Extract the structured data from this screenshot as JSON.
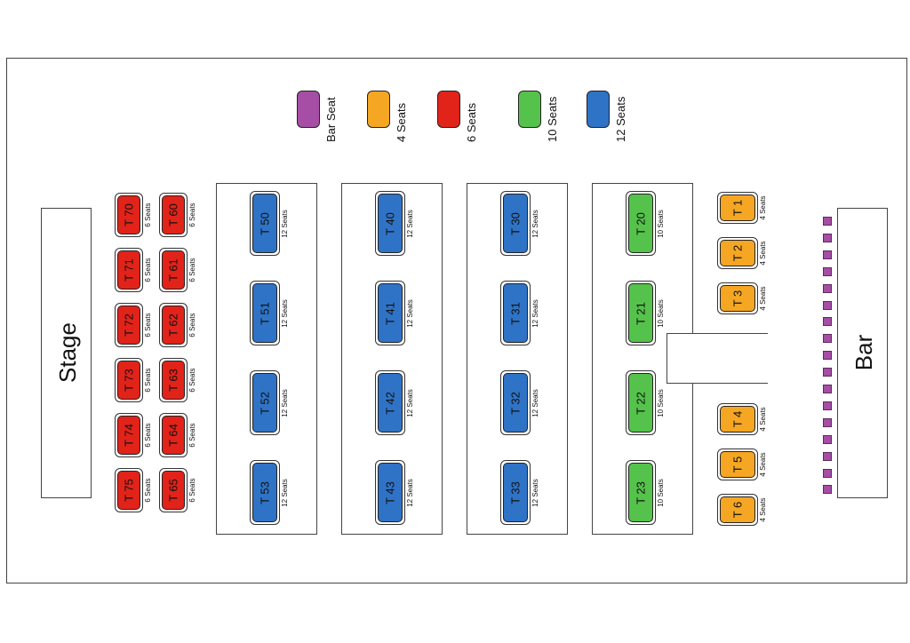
{
  "colors": {
    "bar_seat": "#a64ea6",
    "four": "#f5a623",
    "six": "#e2231a",
    "ten": "#55c24b",
    "twelve": "#2f73c6"
  },
  "legend": [
    {
      "label": "Bar Seat",
      "color_key": "bar_seat"
    },
    {
      "label": "4 Seats",
      "color_key": "four"
    },
    {
      "label": "6 Seats",
      "color_key": "six"
    },
    {
      "label": "10 Seats",
      "color_key": "ten"
    },
    {
      "label": "12 Seats",
      "color_key": "twelve"
    }
  ],
  "stage_label": "Stage",
  "bar_label": "Bar",
  "bar_seat_count": 17,
  "tables": {
    "six_left": [
      {
        "name": "T 70",
        "seats": "6 Seats"
      },
      {
        "name": "T 71",
        "seats": "6 Seats"
      },
      {
        "name": "T 72",
        "seats": "6 Seats"
      },
      {
        "name": "T 73",
        "seats": "6 Seats"
      },
      {
        "name": "T 74",
        "seats": "6 Seats"
      },
      {
        "name": "T 75",
        "seats": "6 Seats"
      }
    ],
    "six_right": [
      {
        "name": "T 60",
        "seats": "6 Seats"
      },
      {
        "name": "T 61",
        "seats": "6 Seats"
      },
      {
        "name": "T 62",
        "seats": "6 Seats"
      },
      {
        "name": "T 63",
        "seats": "6 Seats"
      },
      {
        "name": "T 64",
        "seats": "6 Seats"
      },
      {
        "name": "T 65",
        "seats": "6 Seats"
      }
    ],
    "section_50": [
      {
        "name": "T 50",
        "seats": "12 Seats"
      },
      {
        "name": "T 51",
        "seats": "12 Seats"
      },
      {
        "name": "T 52",
        "seats": "12 Seats"
      },
      {
        "name": "T 53",
        "seats": "12 Seats"
      }
    ],
    "section_40": [
      {
        "name": "T 40",
        "seats": "12 Seats"
      },
      {
        "name": "T 41",
        "seats": "12 Seats"
      },
      {
        "name": "T 42",
        "seats": "12 Seats"
      },
      {
        "name": "T 43",
        "seats": "12 Seats"
      }
    ],
    "section_30": [
      {
        "name": "T 30",
        "seats": "12 Seats"
      },
      {
        "name": "T 31",
        "seats": "12 Seats"
      },
      {
        "name": "T 32",
        "seats": "12 Seats"
      },
      {
        "name": "T 33",
        "seats": "12 Seats"
      }
    ],
    "section_20": [
      {
        "name": "T 20",
        "seats": "10 Seats"
      },
      {
        "name": "T 21",
        "seats": "10 Seats"
      },
      {
        "name": "T 22",
        "seats": "10 Seats"
      },
      {
        "name": "T 23",
        "seats": "10 Seats"
      }
    ],
    "four_top": [
      {
        "name": "T 1",
        "seats": "4 Seats"
      },
      {
        "name": "T 2",
        "seats": "4 Seats"
      },
      {
        "name": "T 3",
        "seats": "4 Seats"
      }
    ],
    "four_bottom": [
      {
        "name": "T 4",
        "seats": "4 Seats"
      },
      {
        "name": "T 5",
        "seats": "4 Seats"
      },
      {
        "name": "T 6",
        "seats": "4 Seats"
      }
    ]
  }
}
